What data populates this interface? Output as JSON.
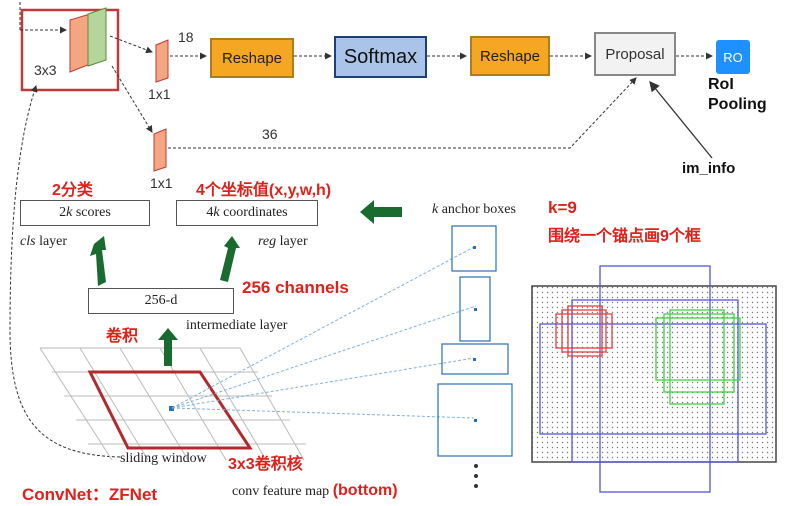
{
  "top": {
    "conv_label": "3x3",
    "branch1_label": "1x1",
    "branch1_channels": "18",
    "branch2_label": "1x1",
    "branch2_channels": "36",
    "reshape1": "Reshape",
    "softmax": "Softmax",
    "reshape2": "Reshape",
    "proposal": "Proposal",
    "roi_box": "RO",
    "roi_pooling_line1": "RoI",
    "roi_pooling_line2": "Pooling",
    "im_info": "im_info"
  },
  "bottom": {
    "cls_note": "2分类",
    "reg_note": "4个坐标值(x,y,w,h)",
    "scores_box_prefix": "2",
    "scores_box_k": "k",
    "scores_box_suffix": " scores",
    "coords_box_prefix": "4",
    "coords_box_k": "k",
    "coords_box_suffix": " coordinates",
    "cls_layer_italic": "cls",
    "cls_layer_rest": " layer",
    "reg_layer_italic": "reg",
    "reg_layer_rest": " layer",
    "intermediate_box": "256-d",
    "intermediate_label": "intermediate layer",
    "channels_note": "256 channels",
    "conv_note": "卷积",
    "sliding_window": "sliding window",
    "kernel_note": "3x3卷积核",
    "convnet_note": "ConvNet：ZFNet",
    "feature_map": "conv feature map",
    "bottom_note": "(bottom)",
    "anchor_k": "k",
    "anchor_label": " anchor boxes",
    "k_note": "k=9",
    "anchor_note": "围绕一个锚点画9个框"
  },
  "colors": {
    "orange": "#f5a623",
    "blue": "#a9c4e8",
    "red": "#e0201b",
    "green": "#1a6b2f",
    "anchor_blue": "#2a6fb8"
  }
}
